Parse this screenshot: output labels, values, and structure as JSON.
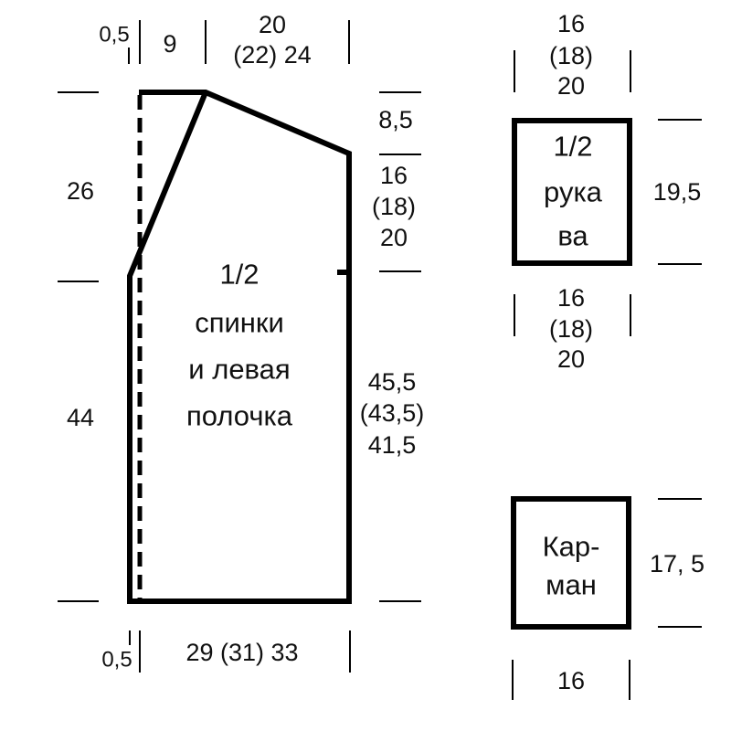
{
  "back": {
    "top_neck_small": "0,5",
    "top_neck": "9",
    "top_shoulder_1": "20",
    "top_shoulder_2": "(22)  24",
    "left_upper": "26",
    "left_lower": "44",
    "right_shoulder": "8,5",
    "right_armhole_1": "16",
    "right_armhole_2": "(18)",
    "right_armhole_3": "20",
    "right_side_1": "45,5",
    "right_side_2": "(43,5)",
    "right_side_3": "41,5",
    "bottom_small": "0,5",
    "bottom_width": "29  (31)  33",
    "label_1": "1/2",
    "label_2": "спинки",
    "label_3": "и левая",
    "label_4": "полочка"
  },
  "sleeve": {
    "top_1": "16",
    "top_2": "(18)",
    "top_3": "20",
    "height": "19,5",
    "bottom_1": "16",
    "bottom_2": "(18)",
    "bottom_3": "20",
    "label_1": "1/2",
    "label_2": "рука",
    "label_3": "ва"
  },
  "pocket": {
    "height": "17, 5",
    "width": "16",
    "label_1": "Кар-",
    "label_2": "ман"
  }
}
